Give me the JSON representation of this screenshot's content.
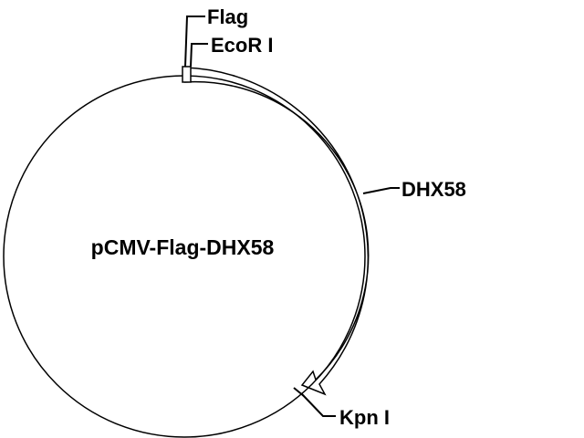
{
  "plasmid": {
    "name": "pCMV-Flag-DHX58"
  },
  "features": {
    "flag": {
      "label": "Flag"
    },
    "ecori": {
      "label": "EcoR I"
    },
    "insert": {
      "label": "DHX58"
    },
    "kpni": {
      "label": "Kpn I"
    }
  },
  "colors": {
    "stroke": "#000000",
    "background": "#ffffff"
  }
}
